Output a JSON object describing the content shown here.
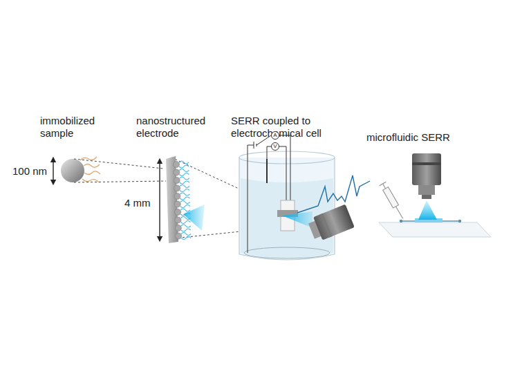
{
  "diagram": {
    "nodes": [
      {
        "text": [
          "A"
        ]
      },
      {
        "text": [
          "V"
        ]
      }
    ],
    "labels": [
      "immobilized sample",
      "100 nm",
      "nanostructured electrode",
      "4 mm",
      "SERR coupled to electrochemical cell",
      "microfluidic SERR"
    ]
  }
}
